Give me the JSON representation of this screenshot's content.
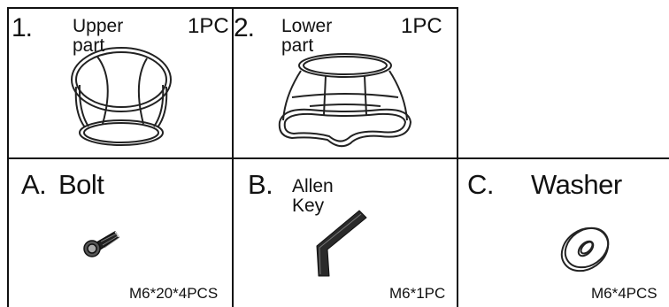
{
  "parts": [
    {
      "number": "1.",
      "name": "Upper part",
      "qty": "1PC"
    },
    {
      "number": "2.",
      "name": "Lower part",
      "qty": "1PC"
    }
  ],
  "hardware": [
    {
      "letter": "A.",
      "name": "Bolt",
      "spec": "M6*20*4PCS"
    },
    {
      "letter": "B.",
      "name": "Allen Key",
      "spec": "M6*1PC"
    },
    {
      "letter": "C.",
      "name": "Washer",
      "spec": "M6*4PCS"
    }
  ]
}
